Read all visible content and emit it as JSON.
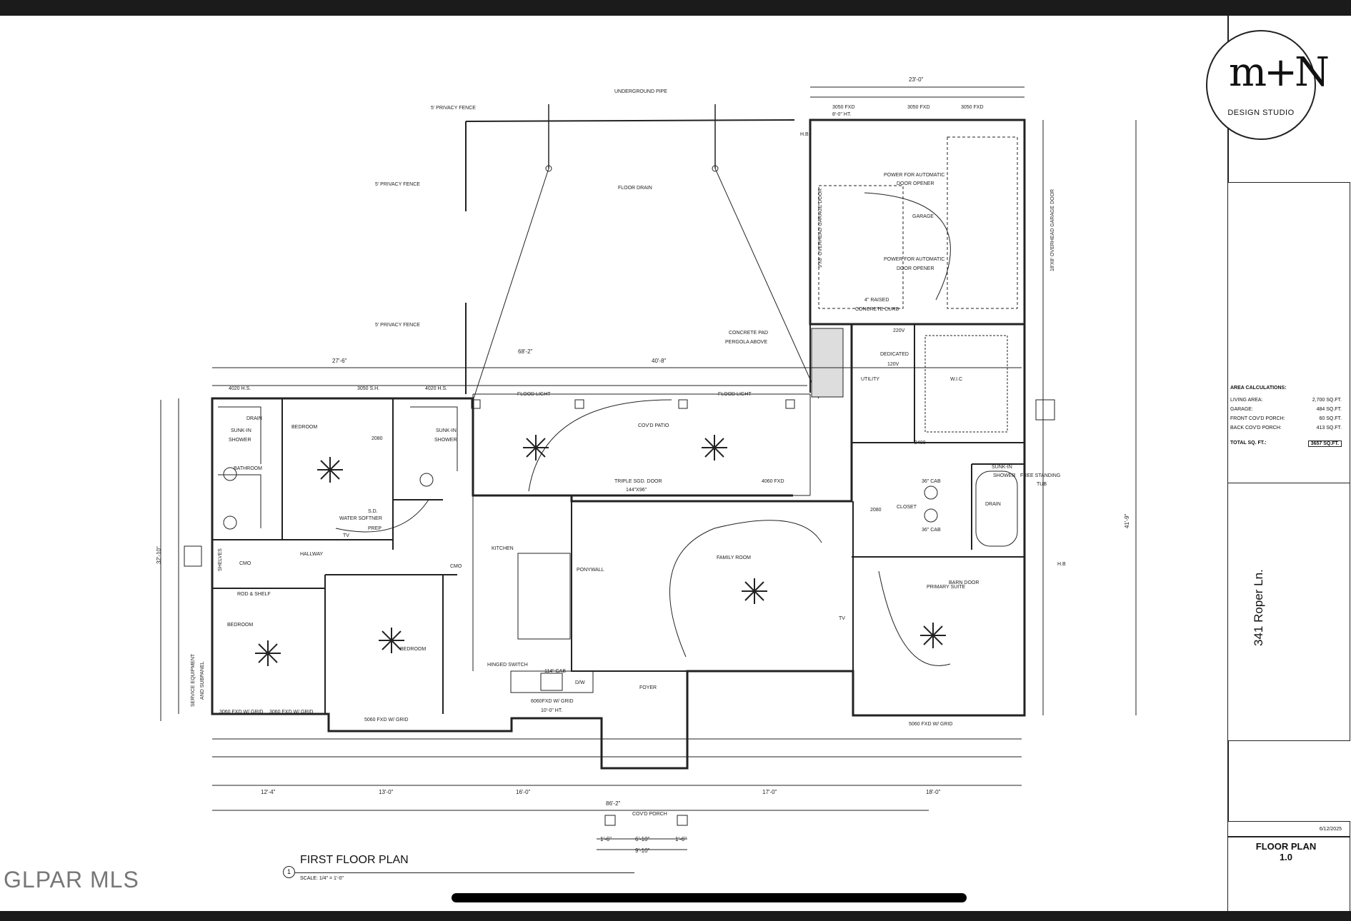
{
  "brand": {
    "logo_mark": "m+N",
    "studio": "DESIGN STUDIO"
  },
  "area": {
    "title": "AREA CALCULATIONS:",
    "rows": [
      {
        "label": "LIVING AREA:",
        "value": "2,700 SQ.FT."
      },
      {
        "label": "GARAGE:",
        "value": "484 SQ.FT."
      },
      {
        "label": "FRONT COV'D PORCH:",
        "value": "60 SQ.FT."
      },
      {
        "label": "BACK COV'D PORCH:",
        "value": "413 SQ.FT."
      }
    ],
    "total_label": "TOTAL SQ. FT.:",
    "total_value": "3657 SQ.FT."
  },
  "address": "341 Roper Ln.",
  "date": "6/12/2025",
  "sheet": {
    "name": "FLOOR PLAN",
    "number": "1.0"
  },
  "plan": {
    "title": "FIRST FLOOR PLAN",
    "number": "1",
    "scale": "SCALE: 1/4\" = 1'-0\""
  },
  "watermark": "GLPAR MLS",
  "labels": {
    "underground_pipe": "UNDERGROUND PIPE",
    "privacy_fence": "5' PRIVACY FENCE",
    "floor_drain": "FLOOR DRAIN",
    "concrete_pad": "CONCRETE PAD",
    "pergola_above": "PERGOLA ABOVE",
    "power_opener": "POWER FOR AUTOMATIC",
    "door_opener": "DOOR OPENER",
    "garage": "GARAGE",
    "garage_door_1": "18'X8' OVERHEAD GARAGE DOOR",
    "garage_door_2": "9'X8' OVERHEAD GARAGE DOOR",
    "raised_curb": "4\" RAISED",
    "concrete_curb": "CONCRETE CURB",
    "fxd_3050": "3050 FXD",
    "ht_8": "8'-0\" HT.",
    "hb": "H.B",
    "flood_light": "FLOOD LIGHT",
    "covd_patio": "COV'D PATIO",
    "triple_door": "TRIPLE SGD. DOOR",
    "triple_door_size": "144\"X96\"",
    "fxd_4060": "4060 FXD",
    "hs_4020": "4020 H.S.",
    "sh_3050": "3050 S.H.",
    "drain": "DRAIN",
    "sunk_in": "SUNK-IN",
    "shower": "SHOWER",
    "bedroom_1": "BEDROOM",
    "bathroom": "BATHROOM",
    "water_softner": "WATER SOFTNER",
    "prep": "PREP",
    "sd": "S.D.",
    "hallway": "HALLWAY",
    "shelves": "SHELVES",
    "cmo": "CMO",
    "rod_shelf": "ROD & SHELF",
    "kitchen": "KITCHEN",
    "ponywall": "PONYWALL",
    "family_room": "FAMILY ROOM",
    "hinged_switch": "HINGED SWITCH",
    "cab_114": "114\" CAB",
    "dw": "D/W",
    "foyer": "FOYER",
    "covd_porch": "COV'D PORCH",
    "primary_suite": "PRIMARY SUITE",
    "barn_door": "BARN DOOR",
    "closet": "CLOSET",
    "wic": "W.I.C",
    "utility": "UTILITY",
    "dedicated": "DEDICATED",
    "v220": "220V",
    "v120": "120V",
    "cab_36": "36\" CAB",
    "free_standing": "FREE STANDING",
    "tub": "TUB",
    "service_equipment": "SERVICE EQUIPMENT",
    "subpanel": "AND SUBPANEL",
    "fxd_3060_grid": "3060 FXD W/ GRID",
    "fxd_5060_grid": "5060 FXD W/ GRID",
    "fxd_6060_grid": "6060FXD W/ GRID",
    "ht_10": "10'-0\" HT.",
    "door_2080": "2080",
    "door_2480": "2480",
    "tv": "TV"
  },
  "dims": {
    "top_overall": "68'-2\"",
    "left_block": "27'-6\"",
    "right_block": "40'-8\"",
    "garage_width": "23'-0\"",
    "bottom_overall": "86'-2\"",
    "left_height": "32'-10\"",
    "right_height": "41'-9\"",
    "bottom_segments": [
      "12'-4\"",
      "13'-0\"",
      "16'-0\"",
      "17'-0\"",
      "18'-0\""
    ],
    "porch_width": "9'-10\"",
    "porch_segments": [
      "1'-6\"",
      "6'-10\"",
      "1'-6\""
    ]
  }
}
